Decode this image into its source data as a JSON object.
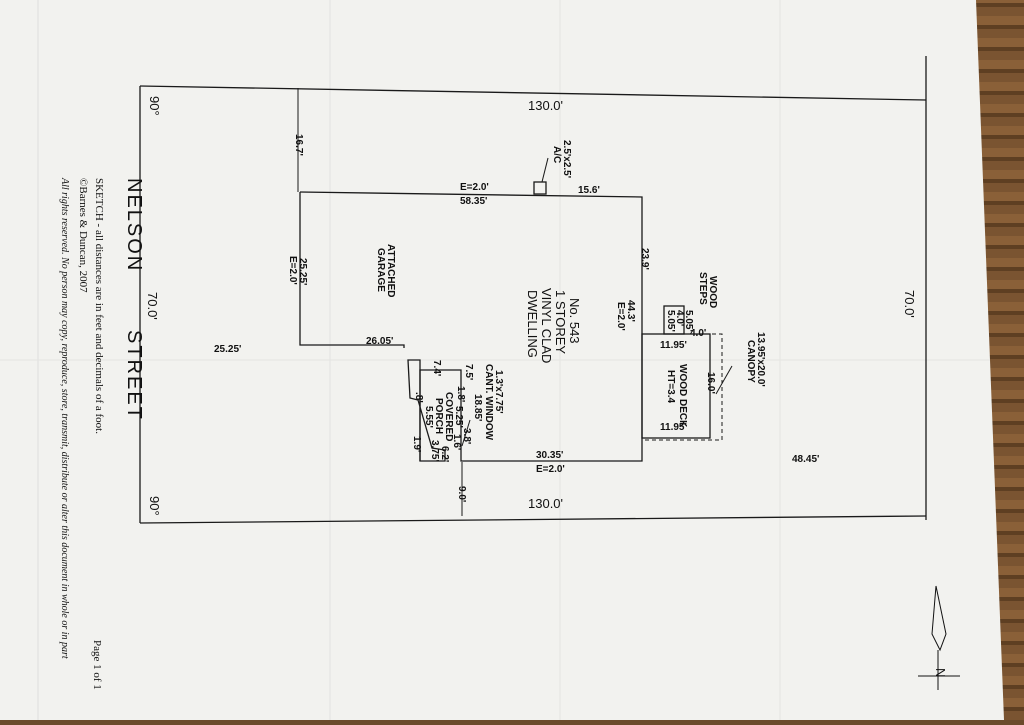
{
  "lot": {
    "top_length": "130.0'",
    "bottom_length": "130.0'",
    "left_width": "70.0'",
    "right_width": "70.0'",
    "angle_top_left": "90°",
    "angle_bottom_left": "90°",
    "front_setback": "25.25'",
    "rear_setback": "48.45'",
    "left_side_setback": "16.7'",
    "right_side_setback": "9.0'"
  },
  "dwelling": {
    "label_line1": "No. 543",
    "label_line2": "1 STOREY",
    "label_line3": "VINYL CLAD",
    "label_line4": "DWELLING",
    "top_length": "58.35'",
    "top_encroach": "E=2.0'",
    "top_right_segment": "15.6'",
    "right_upper": "23.9'",
    "right_total": "44.3'",
    "right_encroach": "E=2.0'",
    "bottom_length": "30.35'",
    "bottom_encroach": "E=2.0'"
  },
  "garage": {
    "label_line1": "ATTACHED",
    "label_line2": "GARAGE",
    "depth": "25.25'",
    "depth_encroach": "E=2.0'",
    "front_width": "26.05'"
  },
  "ac": {
    "label_line1": "2.5'x2.5'",
    "label_line2": "A/C"
  },
  "window": {
    "label_line1": "1.3'x7.75'",
    "label_line2": "CANT. WINDOW",
    "width": "18.85'"
  },
  "porch": {
    "label_line1": "COVERED",
    "label_line2": "PORCH",
    "dims": [
      "7.5'",
      "7.4'",
      "1.8'",
      "5.25'",
      "5.55'",
      ".8'",
      "1.9'",
      "3.8'",
      "3.75'",
      "6.2'",
      "1.6'"
    ]
  },
  "deck": {
    "label_line1": "WOOD DECK",
    "label_line2": "HT=3.4",
    "length": "16.0'",
    "width_top": "11.95'",
    "width_bottom": "11.95'"
  },
  "steps": {
    "label_line1": "WOOD",
    "label_line2": "STEPS",
    "dims": [
      "4.0'",
      "5.05'",
      "5.05'",
      "4.0'"
    ]
  },
  "canopy": {
    "label_line1": "13.95'x20.0'",
    "label_line2": "CANOPY"
  },
  "street": {
    "word1": "NELSON",
    "word2": "STREET"
  },
  "notes": {
    "sketch": "SKETCH - all distances are in feet and decimals of a foot.",
    "copyright": "©Barnes & Duncan, 2007",
    "rights": "All rights reserved. No person may copy, reproduce, store, transmit, distribute or alter this document in whole or in part",
    "page": "Page 1 of 1"
  },
  "north": "N"
}
